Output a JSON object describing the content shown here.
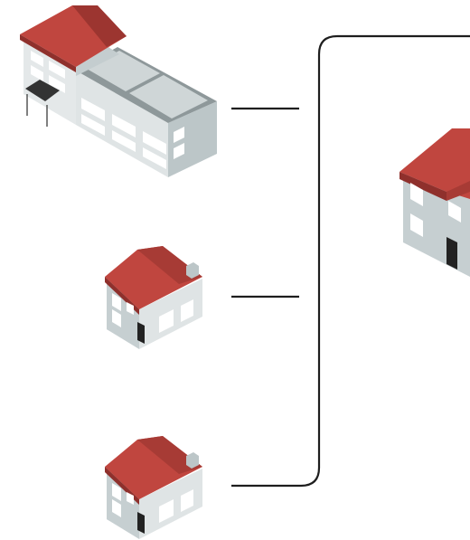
{
  "diagram": {
    "nodes": [
      {
        "id": "building",
        "kind": "multi-storey building",
        "icon": "apartment-building-icon"
      },
      {
        "id": "house-1",
        "kind": "house",
        "icon": "house-icon"
      },
      {
        "id": "house-2",
        "kind": "house",
        "icon": "house-icon"
      },
      {
        "id": "target-house",
        "kind": "house (partially visible)",
        "icon": "house-icon"
      }
    ],
    "connections": [
      {
        "from": "building",
        "to": "bus-line"
      },
      {
        "from": "house-1",
        "to": "bus-line"
      },
      {
        "from": "house-2",
        "to": "bus-line"
      },
      {
        "from": "bus-line",
        "to": "target-house"
      }
    ]
  },
  "colors": {
    "roof": "#c0463f",
    "roof_dark": "#9c3530",
    "wall_light": "#dfe4e5",
    "wall_dark": "#b7c1c3",
    "window": "#ffffff",
    "door": "#222222",
    "line": "#1e1e1e"
  }
}
